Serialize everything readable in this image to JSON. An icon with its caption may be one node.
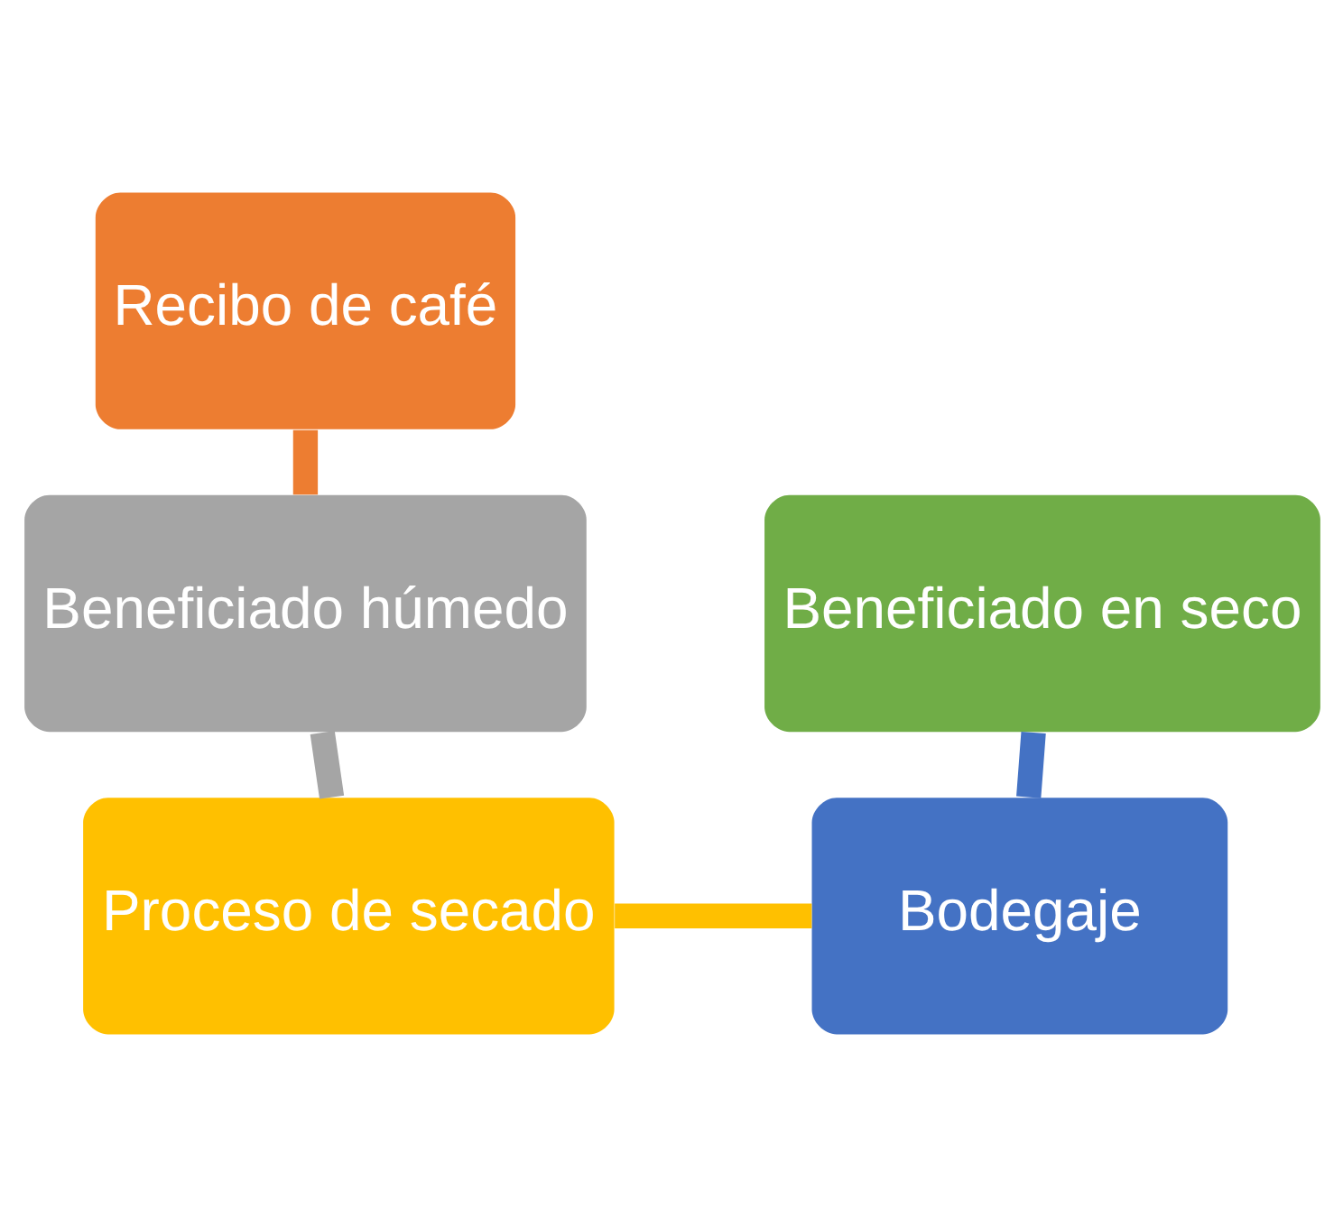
{
  "diagram": {
    "nodes": [
      {
        "text": [
          "Recibo de café"
        ]
      },
      {
        "text": [
          "Beneficiado húmedo"
        ]
      },
      {
        "text": [
          "Proceso de secado"
        ]
      },
      {
        "text": [
          "Bodegaje"
        ]
      },
      {
        "text": [
          "Beneficiado en seco"
        ]
      }
    ],
    "edges": [
      {
        "from": 0,
        "to": 1,
        "arrow": "none",
        "color": "#ed7d31"
      },
      {
        "from": 1,
        "to": 2,
        "arrow": "none",
        "color": "#a5a5a5"
      },
      {
        "from": 2,
        "to": 3,
        "arrow": "none",
        "color": "#ffc000"
      },
      {
        "from": 3,
        "to": 4,
        "arrow": "none",
        "color": "#4472c4"
      }
    ]
  }
}
